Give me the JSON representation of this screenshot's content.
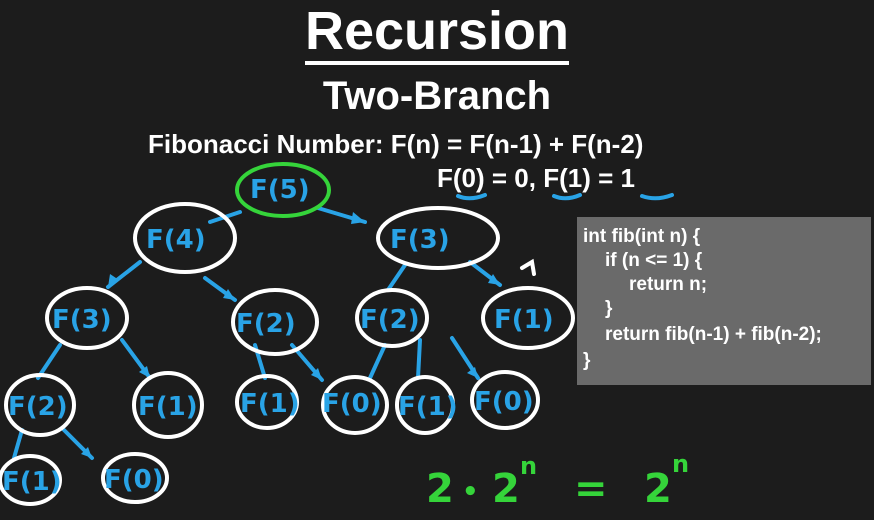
{
  "title": "Recursion",
  "subtitle": "Two-Branch",
  "formula": "Fibonacci Number: F(n) = F(n-1) + F(n-2)",
  "base_cases": "F(0) = 0, F(1) = 1",
  "code": {
    "lines": [
      "int fib(int n) {",
      "if (n <= 1) {",
      "return n;",
      "}",
      "return fib(n-1) + fib(n-2);",
      "}"
    ]
  },
  "tree": {
    "nodes": [
      {
        "id": "root",
        "label": "F(5)",
        "highlight": "green"
      },
      {
        "id": "l1a",
        "label": "F(4)"
      },
      {
        "id": "l1b",
        "label": "F(3)"
      },
      {
        "id": "l2a",
        "label": "F(3)"
      },
      {
        "id": "l2b",
        "label": "F(2)"
      },
      {
        "id": "l2c",
        "label": "F(2)"
      },
      {
        "id": "l2d",
        "label": "F(1)"
      },
      {
        "id": "l3a",
        "label": "F(2)"
      },
      {
        "id": "l3b",
        "label": "F(1)"
      },
      {
        "id": "l3c",
        "label": "F(1)"
      },
      {
        "id": "l3d",
        "label": "F(0)"
      },
      {
        "id": "l3e",
        "label": "F(1)"
      },
      {
        "id": "l3f",
        "label": "F(0)"
      },
      {
        "id": "l4a",
        "label": "F(1)"
      },
      {
        "id": "l4b",
        "label": "F(0)"
      }
    ],
    "colors": {
      "edge": "#29a3e6",
      "circle": "#ffffff",
      "root_circle": "#35d43a"
    }
  },
  "complexity": {
    "base": "2",
    "dot": "•",
    "exp": "n",
    "equals": "=",
    "result_base": "2",
    "result_exp": "n"
  }
}
